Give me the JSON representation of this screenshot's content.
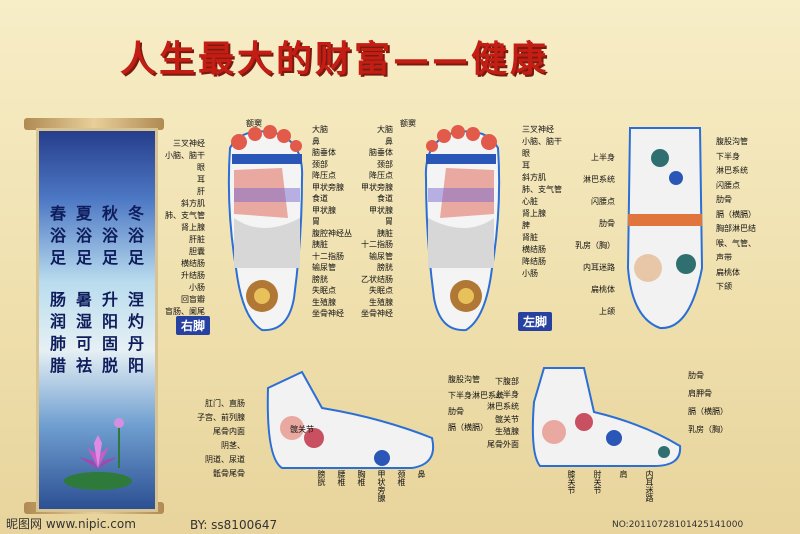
{
  "title": "人生最大的财富——健康",
  "scroll": {
    "poem_top": [
      "春",
      "夏",
      "秋",
      "冬",
      "浴",
      "浴",
      "浴",
      "浴",
      "足",
      "足",
      "足",
      "足"
    ],
    "poem_bottom": [
      "肠",
      "暑",
      "升",
      "涅",
      "润",
      "湿",
      "阳",
      "灼",
      "肺",
      "可",
      "固",
      "丹",
      "腊",
      "祛",
      "脱",
      "阳"
    ]
  },
  "right_foot": {
    "badge": "右脚",
    "left_labels": [
      "三叉神经",
      "小脑、脑干",
      "眼",
      "耳",
      "肝",
      "斜方肌",
      "肺、支气管",
      "肾上腺",
      "肝脏",
      "胆囊",
      "横结肠",
      "升结肠",
      "小肠",
      "回盲瓣",
      "盲肠、阑尾"
    ],
    "top_labels": [
      "额窦"
    ],
    "right_labels": [
      "大脑",
      "鼻",
      "脑垂体",
      "颈部",
      "降压点",
      "甲状旁腺",
      "食道",
      "甲状腺",
      "胃",
      "腹腔神经丛",
      "胰脏",
      "十二指肠",
      "输尿管",
      "膀胱",
      "失眠点",
      "生殖腺",
      "坐骨神经"
    ]
  },
  "left_foot": {
    "badge": "左脚",
    "top_labels": [
      "额窦"
    ],
    "left_labels": [
      "大脑",
      "鼻",
      "脑垂体",
      "颈部",
      "降压点",
      "甲状旁腺",
      "食道",
      "甲状腺",
      "胃",
      "胰脏",
      "十二指肠",
      "输尿管",
      "膀胱",
      "乙状结肠",
      "失眠点",
      "生殖腺",
      "坐骨神经"
    ],
    "right_labels": [
      "三叉神经",
      "小脑、脑干",
      "眼",
      "耳",
      "斜方肌",
      "肺、支气管",
      "心脏",
      "肾上腺",
      "脾",
      "肾脏",
      "横结肠",
      "降结肠",
      "小肠"
    ]
  },
  "top_foot": {
    "left_labels": [
      "上半身",
      "淋巴系统",
      "闪腰点",
      "肋骨",
      "乳房（胸）",
      "内耳迷路",
      "扁桃体",
      "上颌"
    ],
    "right_labels": [
      "腹股沟管",
      "下半身",
      "淋巴系统",
      "闪腰点",
      "肋骨",
      "膈（横膈）",
      "胸部淋巴结",
      "喉、气管、",
      "声带",
      "扁桃体",
      "下颌"
    ]
  },
  "inner_foot": {
    "right_labels": [
      "腹股沟管",
      "下半身淋巴系统",
      "肋骨",
      "膈（横膈）"
    ],
    "left_labels": [
      "肛门、直肠",
      "子宫、前列腺",
      "尾骨内面",
      "阴茎、",
      "阴道、尿道",
      "骶骨尾骨"
    ],
    "center_label": "髋关节",
    "bottom_labels": [
      "膀胱",
      "腰椎",
      "胸椎",
      "甲状旁腺",
      "颈椎",
      "鼻"
    ]
  },
  "outer_foot": {
    "left_labels": [
      "下腹部",
      "上半身",
      "淋巴系统",
      "髋关节",
      "生殖腺",
      "尾骨外面"
    ],
    "right_labels": [
      "肋骨",
      "肩胛骨",
      "膈（横膈）",
      "乳房（胸）"
    ],
    "bottom_labels": [
      "膝关节",
      "肘关节",
      "肩",
      "内耳迷路"
    ]
  },
  "footer": {
    "site": "昵图网 www.nipic.com",
    "by": "BY: ss8100647",
    "no": "NO:20110728101425141000"
  }
}
